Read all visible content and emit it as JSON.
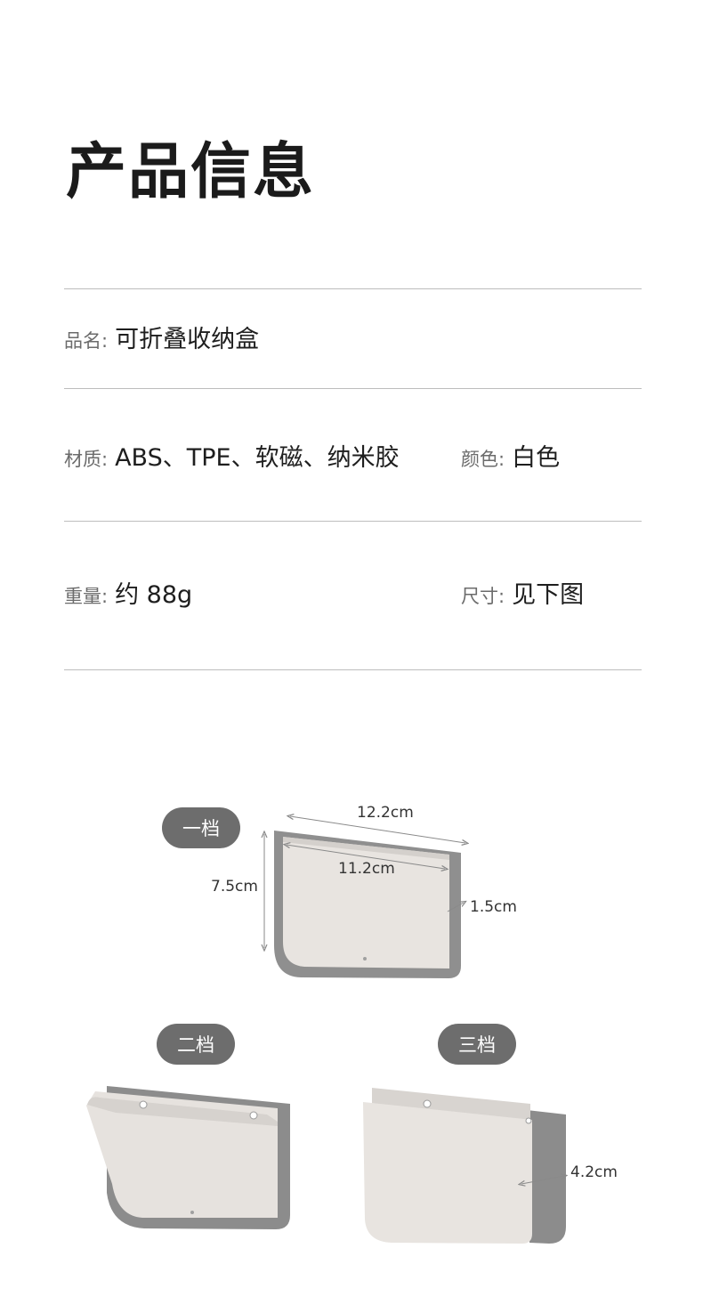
{
  "header": {
    "title": "产品信息"
  },
  "info": {
    "name": {
      "label": "品名:",
      "value": "可折叠收纳盒"
    },
    "material": {
      "label": "材质:",
      "value": "ABS、TPE、软磁、纳米胶"
    },
    "color": {
      "label": "颜色:",
      "value": "白色"
    },
    "weight": {
      "label": "重量:",
      "value": "约 88g"
    },
    "size": {
      "label": "尺寸:",
      "value": "见下图"
    }
  },
  "diagram": {
    "gear1": {
      "label": "一档",
      "width_outer": "12.2cm",
      "width_inner": "11.2cm",
      "height": "7.5cm",
      "depth": "1.5cm"
    },
    "gear2": {
      "label": "二档"
    },
    "gear3": {
      "label": "三档",
      "depth": "4.2cm"
    },
    "colors": {
      "box_body": "#e6e2de",
      "box_frame": "#8c8c8c",
      "pill": "#6d6d6d"
    }
  }
}
